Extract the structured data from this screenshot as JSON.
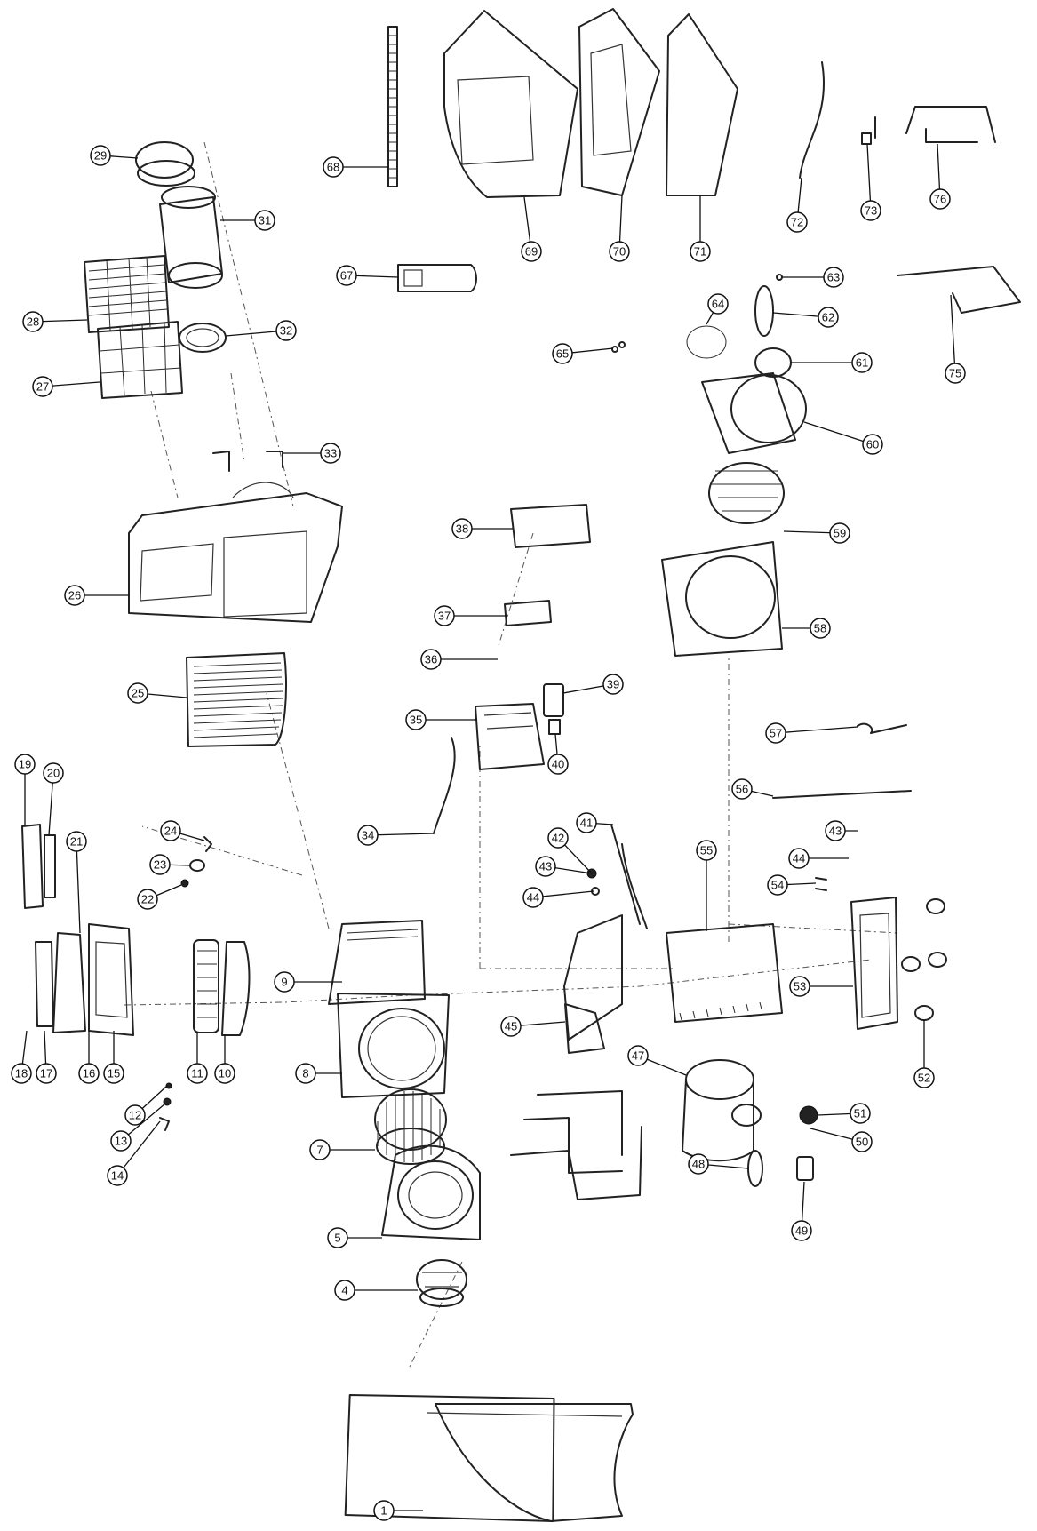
{
  "diagram": {
    "callouts": [
      {
        "label": "1"
      },
      {
        "label": "4"
      },
      {
        "label": "5"
      },
      {
        "label": "7"
      },
      {
        "label": "8"
      },
      {
        "label": "9"
      },
      {
        "label": "10"
      },
      {
        "label": "11"
      },
      {
        "label": "12"
      },
      {
        "label": "13"
      },
      {
        "label": "14"
      },
      {
        "label": "15"
      },
      {
        "label": "16"
      },
      {
        "label": "17"
      },
      {
        "label": "18"
      },
      {
        "label": "19"
      },
      {
        "label": "20"
      },
      {
        "label": "21"
      },
      {
        "label": "22"
      },
      {
        "label": "23"
      },
      {
        "label": "24"
      },
      {
        "label": "25"
      },
      {
        "label": "26"
      },
      {
        "label": "27"
      },
      {
        "label": "28"
      },
      {
        "label": "29"
      },
      {
        "label": "31"
      },
      {
        "label": "32"
      },
      {
        "label": "33"
      },
      {
        "label": "34"
      },
      {
        "label": "35"
      },
      {
        "label": "36"
      },
      {
        "label": "37"
      },
      {
        "label": "38"
      },
      {
        "label": "39"
      },
      {
        "label": "40"
      },
      {
        "label": "41"
      },
      {
        "label": "42"
      },
      {
        "label": "43"
      },
      {
        "label": "44"
      },
      {
        "label": "45"
      },
      {
        "label": "47"
      },
      {
        "label": "48"
      },
      {
        "label": "49"
      },
      {
        "label": "50"
      },
      {
        "label": "51"
      },
      {
        "label": "52"
      },
      {
        "label": "53"
      },
      {
        "label": "54"
      },
      {
        "label": "55"
      },
      {
        "label": "56"
      },
      {
        "label": "57"
      },
      {
        "label": "58"
      },
      {
        "label": "59"
      },
      {
        "label": "60"
      },
      {
        "label": "61"
      },
      {
        "label": "62"
      },
      {
        "label": "63"
      },
      {
        "label": "64"
      },
      {
        "label": "65"
      },
      {
        "label": "67"
      },
      {
        "label": "68"
      },
      {
        "label": "69"
      },
      {
        "label": "70"
      },
      {
        "label": "71"
      },
      {
        "label": "72"
      },
      {
        "label": "73"
      },
      {
        "label": "75"
      },
      {
        "label": "76"
      },
      {
        "label": "43"
      },
      {
        "label": "44"
      }
    ]
  }
}
